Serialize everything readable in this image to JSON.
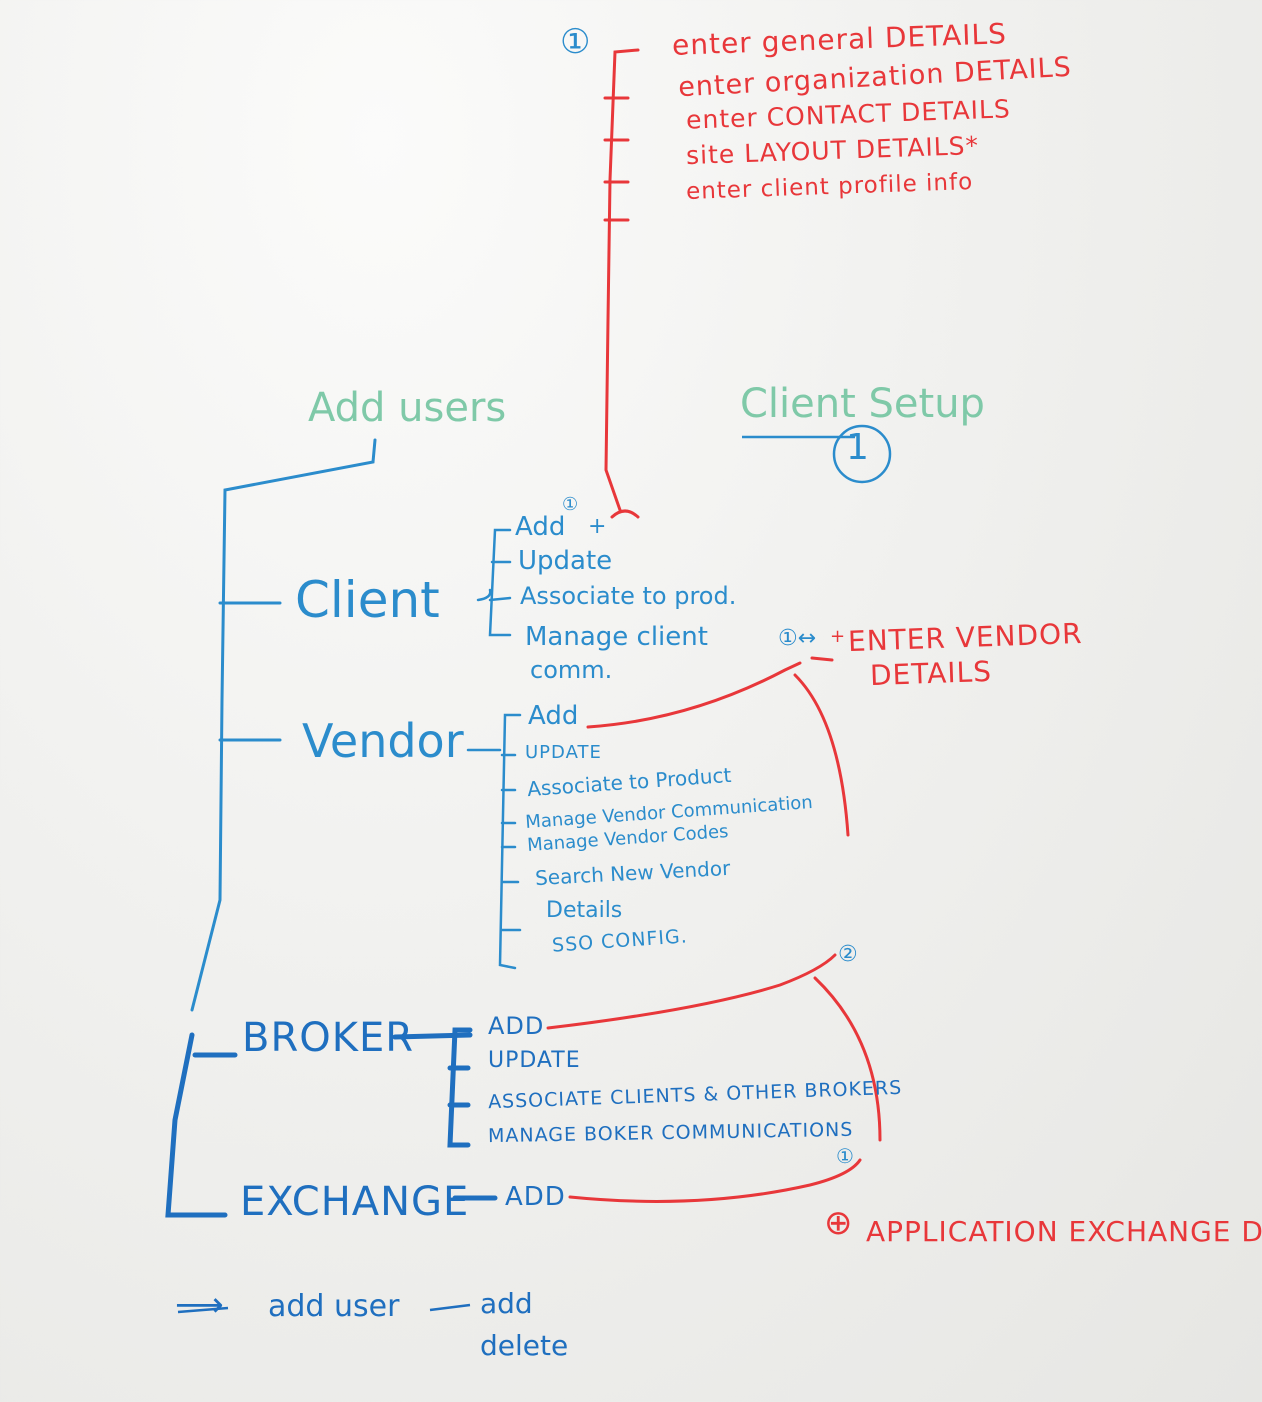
{
  "top": {
    "marker": "①",
    "items": [
      "enter general DETAILS",
      "enter organization DETAILS",
      "enter CONTACT DETAILS",
      "site LAYOUT DETAILS*",
      "enter client profile info"
    ]
  },
  "headings": {
    "add_users": "Add users",
    "client_setup": "Client Setup",
    "client_setup_marker": "1"
  },
  "client": {
    "label": "Client",
    "items": [
      "Add",
      "Update",
      "Associate to prod.",
      "Manage client",
      "comm."
    ],
    "add_marker": "①",
    "add_plus": "+"
  },
  "vendor": {
    "label": "Vendor",
    "items": [
      "Add",
      "UPDATE",
      "Associate to Product",
      "Manage Vendor Communication",
      "Manage Vendor Codes",
      "Search New Vendor",
      "Details",
      "SSO CONFIG."
    ],
    "note_marker": "①↔",
    "note_plus": "+",
    "note_line1": "ENTER VENDOR",
    "note_line2": "DETAILS",
    "marker2": "②"
  },
  "broker": {
    "label": "BROKER",
    "items": [
      "ADD",
      "UPDATE",
      "ASSOCIATE CLIENTS & OTHER BROKERS",
      "MANAGE BOKER COMMUNICATIONS"
    ],
    "marker": "①"
  },
  "exchange": {
    "label": "EXCHANGE",
    "item": "ADD",
    "note_marker": "⊕",
    "note": "APPLICATION EXCHANGE DET"
  },
  "footer": {
    "arrow": "⟶",
    "text": "add user",
    "dash": "—",
    "line1": "add",
    "line2": "delete"
  },
  "colors": {
    "blue": "#2b8ccc",
    "dark_blue": "#1f6fbf",
    "red": "#e8373a",
    "green": "#7fc9a8",
    "board": "#f1f1ef"
  }
}
